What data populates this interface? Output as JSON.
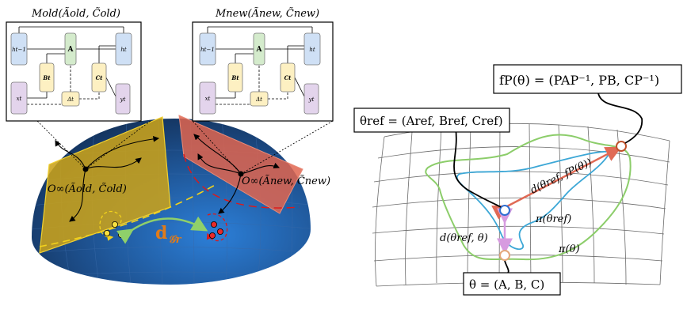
{
  "left_figure": {
    "model_old": {
      "title": "Mold(Ãold, C̃old)",
      "nodes": {
        "h_prev": "ht−1",
        "A": "A",
        "h_t": "ht",
        "B": "Bt",
        "C": "Ct",
        "x": "xt",
        "delta": "Δt",
        "y": "yt"
      }
    },
    "model_new": {
      "title": "Mnew(Ãnew, C̃new)",
      "nodes": {
        "h_prev": "ht−1",
        "A": "A",
        "h_t": "ht",
        "B": "Bt",
        "C": "Ct",
        "x": "xt",
        "delta": "Δt",
        "y": "yt"
      }
    },
    "point_old_label": "O∞(Ãold, C̃old)",
    "point_new_label": "O∞(Ãnew, C̃new)",
    "distance_label": "d",
    "distance_sub": "𝒢r",
    "colors": {
      "sphere": "#1d4f8c",
      "plane_old": "#c9a21a",
      "plane_new": "#e0654f",
      "distance_arrow": "#8fd06a",
      "distance_text": "#e07b1a",
      "node_h": "#cfe0f5",
      "node_A": "#d4ebcc",
      "node_BC": "#fdf0c2",
      "node_xy": "#e3d4ec"
    }
  },
  "right_figure": {
    "f_label": "fP(θ) = (PAP⁻¹, PB, CP⁻¹)",
    "theta_ref_label": "θref = (Aref, Bref, Cref)",
    "theta_label": "θ = (A, B, C)",
    "d_ref_f_label": "d(θref, fP(θ))",
    "d_ref_label": "d(θref, θ)",
    "pi_ref_label": "π(θref)",
    "pi_label": "π(θ)",
    "colors": {
      "green_curve": "#8ccd6a",
      "blue_curve": "#3ca7d6",
      "red_arrow": "#e06a55",
      "violet_arrow": "#d79be0",
      "ref_point": "#2f6ed1",
      "theta_point": "#e3a77a",
      "f_point": "#c0502a"
    }
  }
}
